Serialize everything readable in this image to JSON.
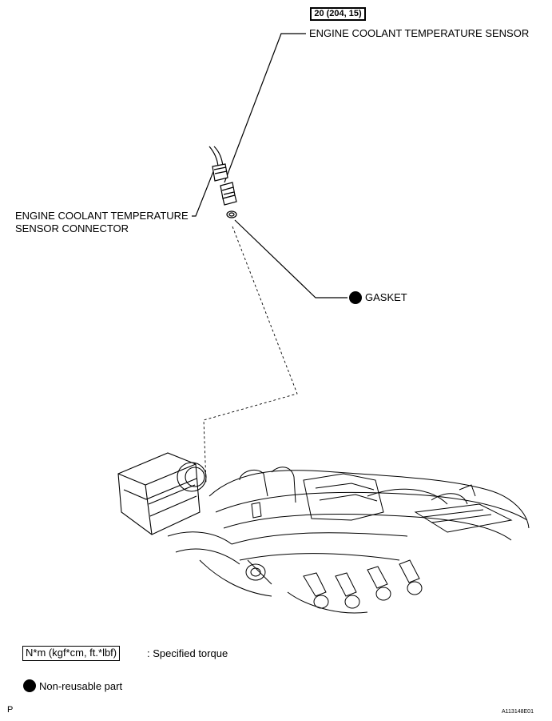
{
  "torque_spec": "20 (204, 15)",
  "labels": {
    "sensor": "ENGINE COOLANT TEMPERATURE SENSOR",
    "connector_line1": "ENGINE COOLANT TEMPERATURE",
    "connector_line2": "SENSOR CONNECTOR",
    "gasket": "GASKET"
  },
  "legend": {
    "torque_unit": "N*m (kgf*cm, ft.*lbf)",
    "torque_desc": ": Specified torque",
    "nonreusable_desc": "Non-reusable part"
  },
  "footer": {
    "left_mark": "P",
    "figure_id": "A113148E01"
  }
}
